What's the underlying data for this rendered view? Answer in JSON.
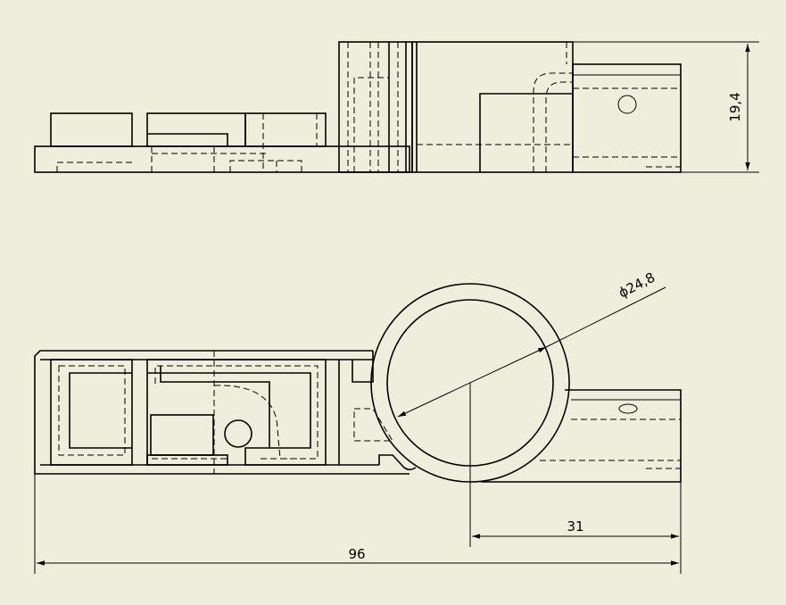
{
  "drawing": {
    "background": "#eeeedd",
    "line_color": "#000000",
    "views": [
      "side-view",
      "top-view"
    ]
  },
  "dimensions": {
    "height_label": "19,4",
    "diameter_label": "ϕ24,8",
    "offset_label": "31",
    "overall_length_label": "96"
  }
}
